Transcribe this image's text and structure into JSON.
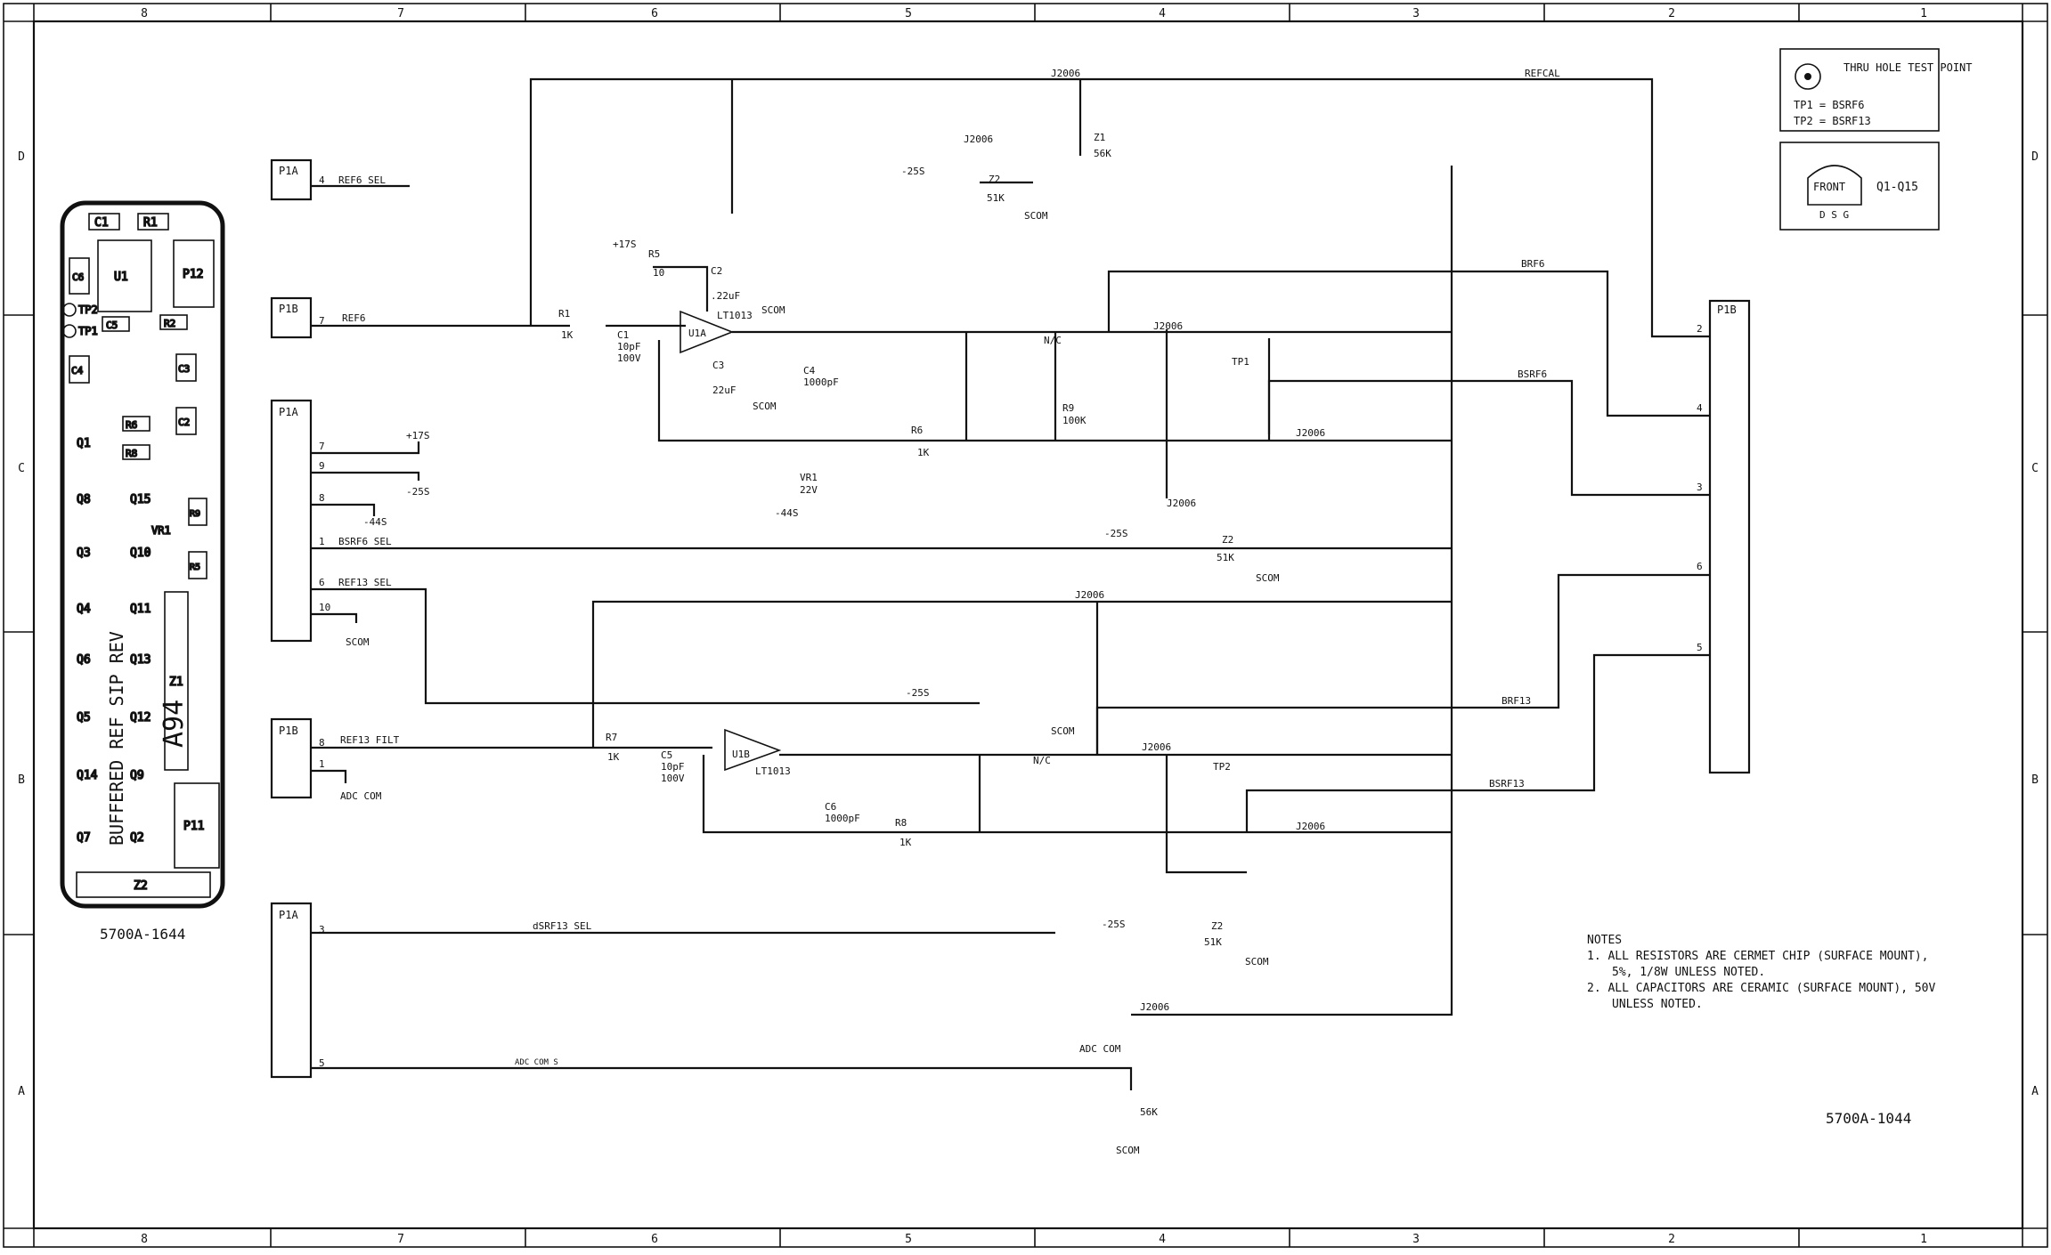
{
  "frame": {
    "columns": [
      "8",
      "7",
      "6",
      "5",
      "4",
      "3",
      "2",
      "1"
    ],
    "rows": [
      "D",
      "C",
      "B",
      "A"
    ]
  },
  "board": {
    "drawing_number": "5700A-1644",
    "assembly": "A94",
    "silkscreen": "BUFFERED REF SIP REV",
    "refs": [
      "C1",
      "R1",
      "U1",
      "P12",
      "C6",
      "TP2",
      "C5",
      "R2",
      "TP1",
      "C4",
      "C3",
      "R6",
      "C2",
      "Q1",
      "R8",
      "Q8",
      "Q15",
      "VR1",
      "R9",
      "Q3",
      "Q10",
      "R5",
      "Q4",
      "Q11",
      "Q6",
      "Q13",
      "Q5",
      "Q12",
      "Z1",
      "Q14",
      "Q9",
      "P11",
      "Q7",
      "Q2",
      "Z2"
    ]
  },
  "legend": {
    "tp_symbol_title": "THRU HOLE TEST POINT",
    "tp1": "TP1 = BSRF6",
    "tp2": "TP2 = BSRF13",
    "pkg_face": "FRONT",
    "pkg_pins": "D S G",
    "pkg_parts": "Q1-Q15"
  },
  "connectors": {
    "p1a": "P1A",
    "p1b": "P1B"
  },
  "nets": {
    "refcal": "REFCAL",
    "brf6": "BRF6",
    "bsrf6": "BSRF6",
    "brf13": "BRF13",
    "bsrf13": "BSRF13",
    "ref6_sel": "REF6 SEL",
    "ref6": "REF6",
    "bsrf6_sel": "BSRF6 SEL",
    "ref13_sel": "REF13 SEL",
    "ref13_filt": "REF13 FILT",
    "dsrf13_sel": "dSRF13 SEL",
    "adc_com_s": "ADC COM S",
    "scom": "SCOM",
    "adc_com": "ADC COM",
    "p17": "+17S",
    "m25": "-25S",
    "m44": "-44S"
  },
  "components": {
    "r1": "R1",
    "r1v": "1K",
    "r5": "R5",
    "r5v": "10",
    "r6": "R6",
    "r6v": "1K",
    "r7": "R7",
    "r7v": "1K",
    "r8": "R8",
    "r8v": "1K",
    "r9": "R9",
    "r9v": "100K",
    "c1": "C1",
    "c1v": "10pF",
    "c1r": "100V",
    "c2": "C2",
    "c2v": ".22uF",
    "c3": "C3",
    "c3v": "22uF",
    "c4": "C4",
    "c4v": "1000pF",
    "c5": "C5",
    "c5v": "10pF",
    "c5r": "100V",
    "c6": "C6",
    "c6v": "1000pF",
    "vr1": "VR1",
    "vr1v": "22V",
    "u1a": "U1A",
    "u1b": "U1B",
    "opamp": "LT1013",
    "jfet": "J2006",
    "z1": "Z1",
    "z2": "Z2",
    "r56k": "56K",
    "r51k": "51K",
    "tp1": "TP1",
    "tp2": "TP2",
    "nc": "N/C"
  },
  "notes": {
    "heading": "NOTES",
    "n1a": "1. ALL RESISTORS ARE CERMET CHIP (SURFACE MOUNT),",
    "n1b": "5%, 1/8W UNLESS NOTED.",
    "n2a": "2. ALL CAPACITORS ARE CERAMIC (SURFACE MOUNT), 50V",
    "n2b": "UNLESS NOTED."
  },
  "drawing_number": "5700A-1044"
}
